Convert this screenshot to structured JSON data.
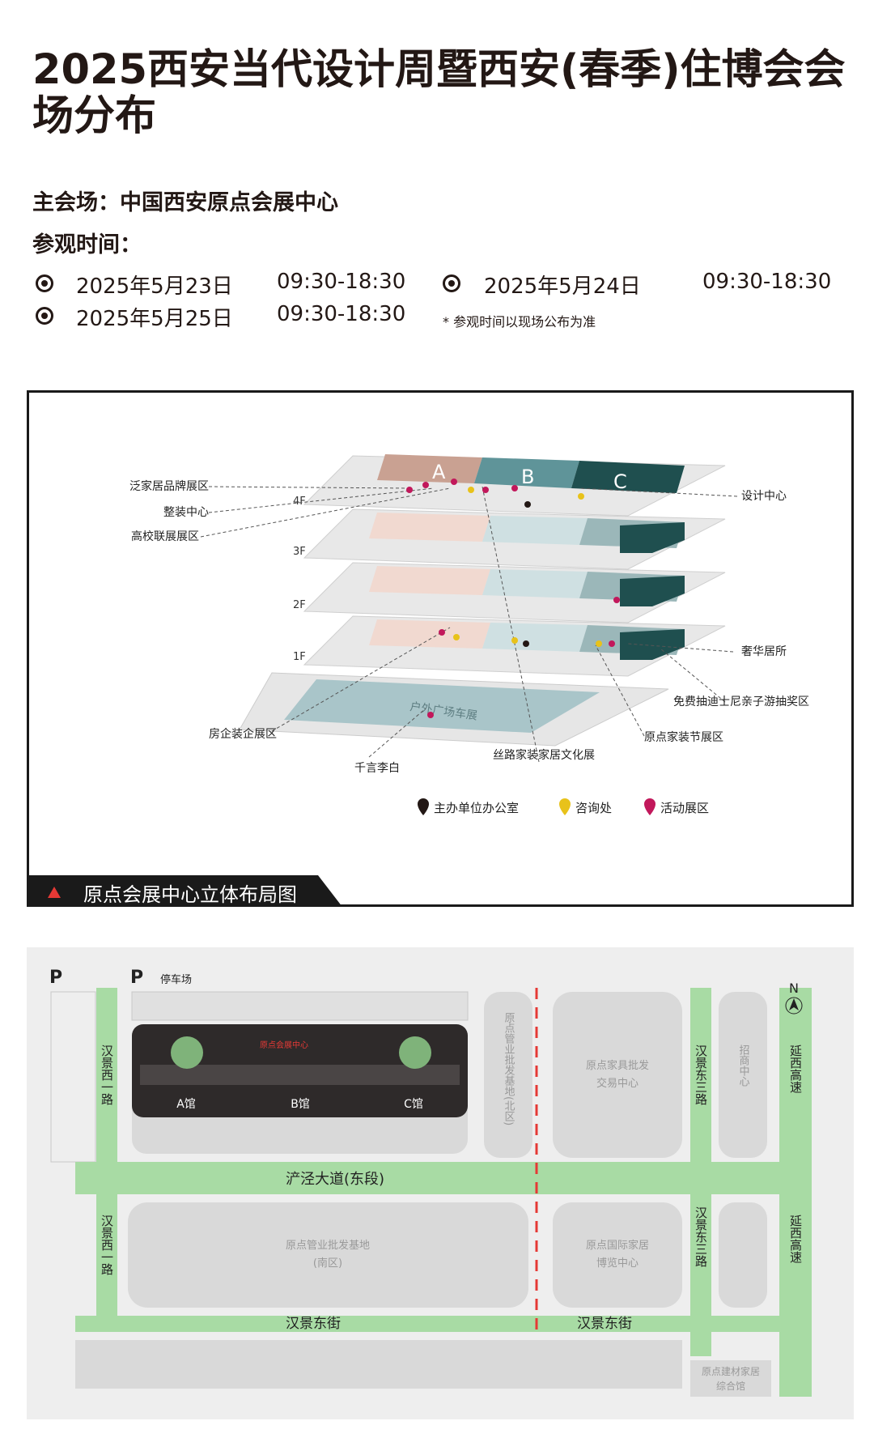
{
  "header": {
    "title": "2025西安当代设计周暨西安(春季)住博会会场分布",
    "venue": "主会场：中国西安原点会展中心",
    "hours_label": "参观时间：",
    "dates": [
      {
        "date": "2025年5月23日",
        "time": "09:30-18:30"
      },
      {
        "date": "2025年5月24日",
        "time": "09:30-18:30"
      },
      {
        "date": "2025年5月25日",
        "time": "09:30-18:30"
      }
    ],
    "note": "* 参观时间以现场公布为准"
  },
  "layout3d": {
    "caption": "原点会展中心立体布局图",
    "floors": [
      "4F",
      "3F",
      "2F",
      "1F"
    ],
    "halls": [
      "A",
      "B",
      "C"
    ],
    "plaza_label": "户外广场车展",
    "callouts_left": [
      "泛家居品牌展区",
      "整装中心",
      "高校联展展区",
      "房企装企展区",
      "千言李白"
    ],
    "callouts_right": [
      "设计中心",
      "奢华居所",
      "免费抽迪士尼亲子游抽奖区",
      "原点家装节展区",
      "丝路家装家居文化展"
    ],
    "legend": [
      {
        "label": "主办单位办公室",
        "color": "#231815"
      },
      {
        "label": "咨询处",
        "color": "#e8c21a"
      },
      {
        "label": "活动展区",
        "color": "#c2185b"
      }
    ],
    "colors": {
      "hall_a": "#c9a192",
      "hall_b": "#5f9499",
      "hall_c": "#1f4f4f",
      "plaza": "#a9c5c9"
    }
  },
  "map2d": {
    "parking_label": "停车场",
    "north": "N",
    "center_name": "原点会展中心",
    "halls": [
      "A馆",
      "B馆",
      "C馆"
    ],
    "roads": {
      "west": "汉景西一路",
      "main": "浐泾大道(东段)",
      "south_street": "汉景东街",
      "east3": "汉景东三路",
      "expressway": "延西高速"
    },
    "blocks": {
      "north_base": "原点管业批发基地(北区)",
      "furniture": [
        "原点家具批发",
        "交易中心"
      ],
      "investment": "招商中心",
      "south_base": [
        "原点管业批发基地",
        "(南区)"
      ],
      "intl_home": [
        "原点国际家居",
        "博览中心"
      ],
      "building_materials": [
        "原点建材家居",
        "综合馆"
      ]
    },
    "colors": {
      "road": "#a8dba4",
      "block": "#d9d9d9",
      "building": "#2e2a2a"
    }
  }
}
